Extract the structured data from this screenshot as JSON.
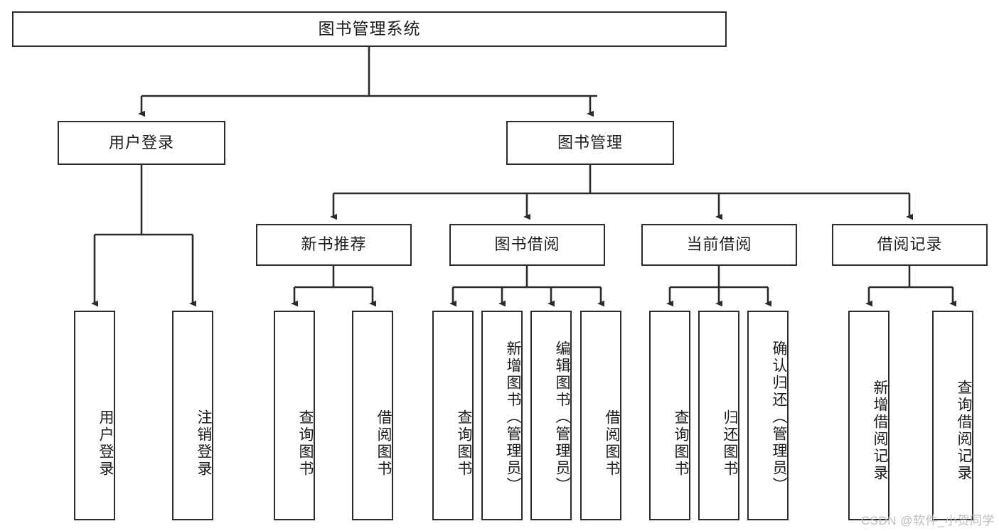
{
  "diagram": {
    "title": "图书管理系统",
    "type": "tree-hierarchy",
    "stroke_color": "#2b2b2b",
    "fill_color": "#ffffff",
    "text_color": "#1c1c1c"
  },
  "nodes": {
    "root": {
      "label": "图书管理系统"
    },
    "level2": [
      {
        "label": "用户登录"
      },
      {
        "label": "图书管理"
      }
    ],
    "level3": [
      {
        "label": "新书推荐"
      },
      {
        "label": "图书借阅"
      },
      {
        "label": "当前借阅"
      },
      {
        "label": "借阅记录"
      }
    ],
    "leaves": {
      "user_login": [
        {
          "label": "用户登录"
        },
        {
          "label": "注销登录"
        }
      ],
      "new_book_recommend": [
        {
          "label": "查询图书"
        },
        {
          "label": "借阅图书"
        }
      ],
      "book_borrow": [
        {
          "label": "查询图书"
        },
        {
          "label": "新增图书（管理员）"
        },
        {
          "label": "编辑图书（管理员）"
        },
        {
          "label": "借阅图书"
        }
      ],
      "current_borrow": [
        {
          "label": "查询图书"
        },
        {
          "label": "归还图书"
        },
        {
          "label": "确认归还（管理员）"
        }
      ],
      "borrow_record": [
        {
          "label": "新增借阅记录"
        },
        {
          "label": "查询借阅记录"
        }
      ]
    }
  },
  "watermark": {
    "text": "CSDN @软件_小贺同学"
  }
}
